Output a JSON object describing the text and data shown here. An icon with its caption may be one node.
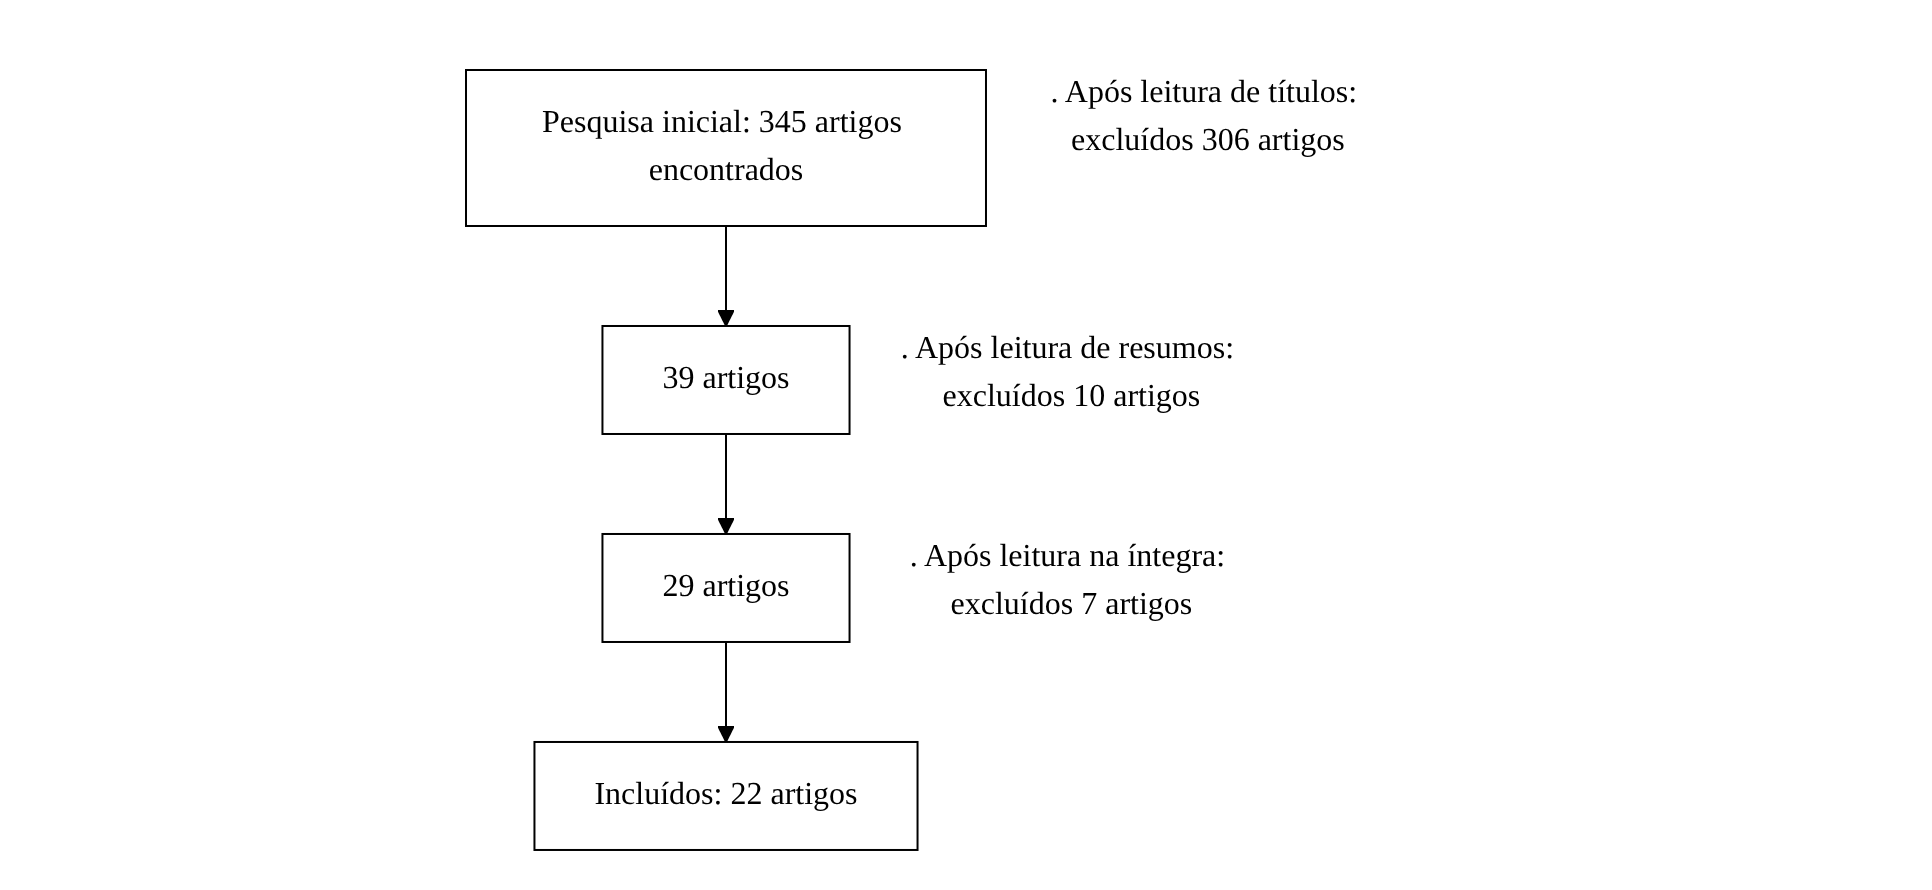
{
  "diagram": {
    "nodes": [
      {
        "text": [
          "Pesquisa inicial: 345 artigos encontrados"
        ],
        "beside": [
          ". Após leitura de títulos: excluídos 306 artigos"
        ]
      },
      {
        "text": [
          "39 artigos"
        ],
        "beside": [
          ". Após leitura de resumos: excluídos 10 artigos"
        ]
      },
      {
        "text": [
          "29 artigos"
        ],
        "beside": [
          ". Após leitura na íntegra: excluídos 7 artigos"
        ]
      },
      {
        "text": [
          "Incluídos: 22 artigos"
        ]
      }
    ],
    "edges": [
      {
        "from": 0,
        "to": 1,
        "arrow": "to"
      },
      {
        "from": 1,
        "to": 2,
        "arrow": "to"
      },
      {
        "from": 2,
        "to": 3,
        "arrow": "to"
      }
    ]
  }
}
